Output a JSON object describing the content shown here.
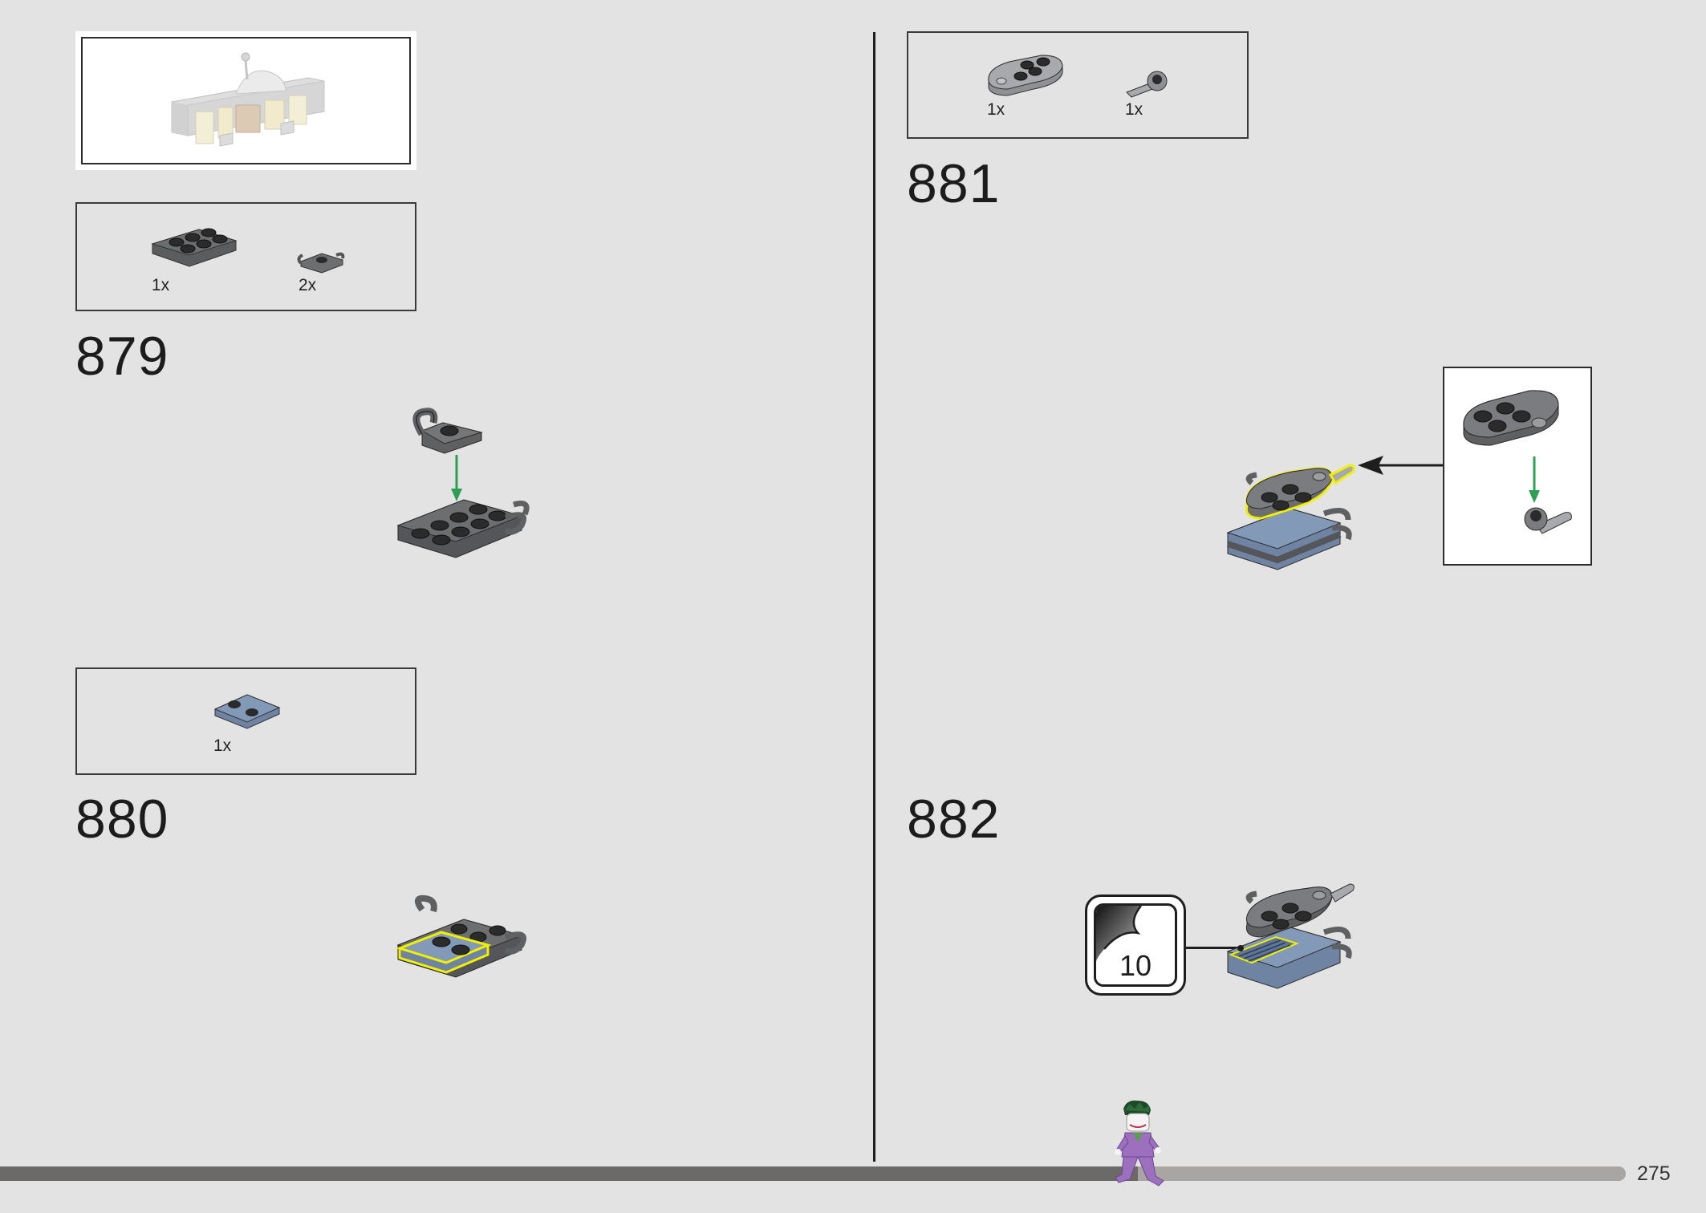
{
  "steps": [
    {
      "number": "879",
      "parts": [
        {
          "qty": "1x",
          "icon": "plate-2x3-dark-grey-icon"
        },
        {
          "qty": "2x",
          "icon": "plate-clip-dark-grey-icon"
        }
      ]
    },
    {
      "number": "880",
      "parts": [
        {
          "qty": "1x",
          "icon": "tile-2x2-sand-blue-icon"
        }
      ]
    },
    {
      "number": "881",
      "parts": [
        {
          "qty": "1x",
          "icon": "wing-plate-light-grey-icon"
        },
        {
          "qty": "1x",
          "icon": "ball-joint-light-grey-icon"
        }
      ]
    },
    {
      "number": "882",
      "sticker": "10"
    }
  ],
  "page_number": "275",
  "progress": {
    "fraction": 0.7
  },
  "colors": {
    "background": "#e3e3e3",
    "dark_grey": "#6d6e70",
    "light_grey": "#a7a9ac",
    "sand_blue": "#8095b3",
    "highlight": "#f0f000",
    "arrow_green": "#2e9e55"
  }
}
